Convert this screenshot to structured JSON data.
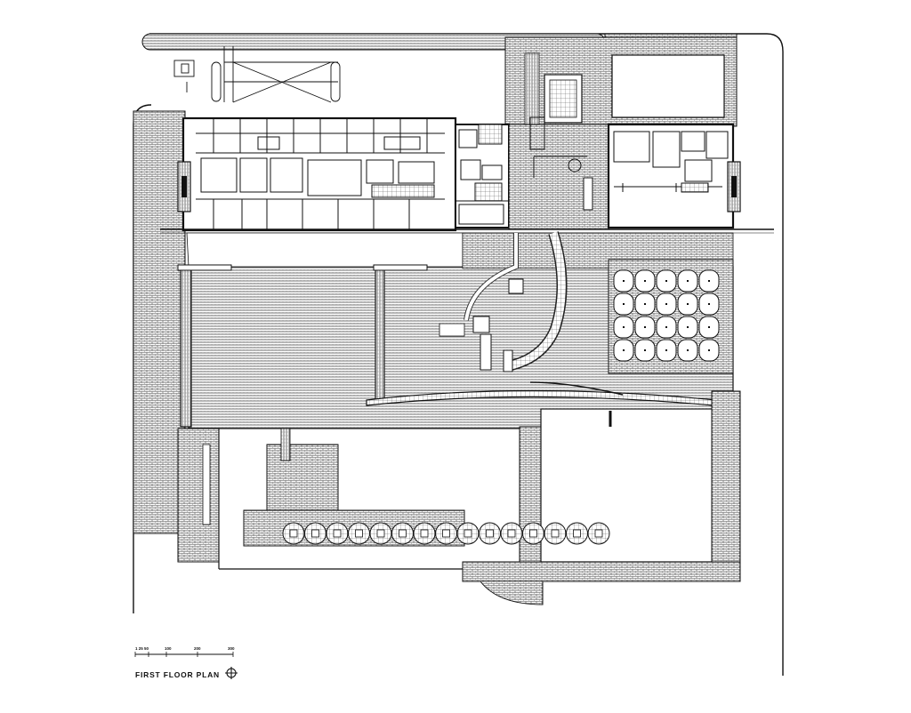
{
  "drawing": {
    "title": "FIRST FLOOR PLAN",
    "scale_ticks": [
      "1 25 50",
      "100",
      "200",
      "300"
    ]
  },
  "icons": {
    "north": "north-arrow-icon"
  },
  "colors": {
    "ink": "#111111",
    "hatch": "#555555",
    "paper": "#ffffff"
  }
}
